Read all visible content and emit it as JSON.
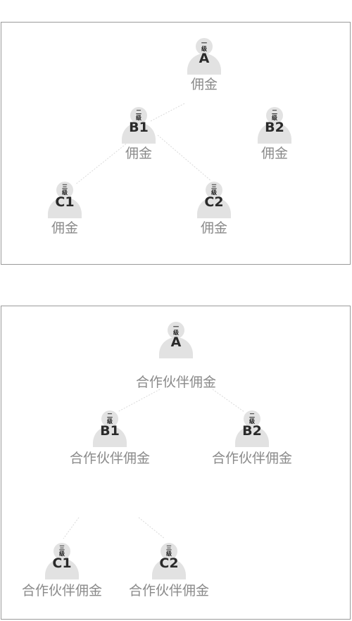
{
  "panel1": {
    "label": "",
    "nodes": {
      "A": {
        "level": "一级",
        "letter": "A",
        "caption": "佣金",
        "sub": ""
      },
      "B1": {
        "level": "二级",
        "letter": "B1",
        "caption": "佣金",
        "sub": ""
      },
      "B2": {
        "level": "二级",
        "letter": "B2",
        "caption": "佣金",
        "sub": ""
      },
      "C1": {
        "level": "三级",
        "letter": "C1",
        "caption": "佣金",
        "sub": ""
      },
      "C2": {
        "level": "三级",
        "letter": "C2",
        "caption": "佣金",
        "sub": ""
      }
    }
  },
  "panel2": {
    "label": "",
    "nodes": {
      "A": {
        "level": "一级",
        "letter": "A",
        "caption": "合作伙伴佣金",
        "sub": ""
      },
      "B1": {
        "level": "二级",
        "letter": "B1",
        "caption": "合作伙伴佣金",
        "sub": ""
      },
      "B2": {
        "level": "二级",
        "letter": "B2",
        "caption": "合作伙伴佣金",
        "sub": ""
      },
      "C1": {
        "level": "三级",
        "letter": "C1",
        "caption": "合作伙伴佣金",
        "sub": ""
      },
      "C2": {
        "level": "三级",
        "letter": "C2",
        "caption": "合作伙伴佣金",
        "sub": ""
      }
    }
  },
  "colors": {
    "avatar": "#e2e2e2",
    "border": "#9a9a9a",
    "caption": "#8a8a8a",
    "link": "#d9d9d9"
  }
}
